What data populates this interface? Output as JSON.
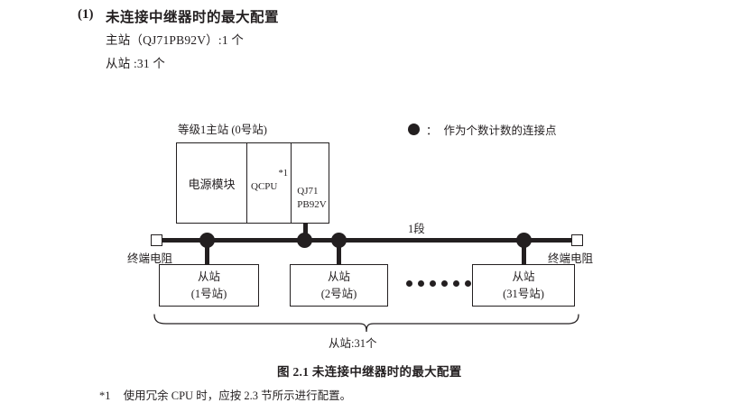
{
  "heading": {
    "number": "(1)",
    "title": "未连接中继器时的最大配置"
  },
  "specs": {
    "master": "主站（QJ71PB92V）:1 个",
    "slave": "从站 :31 个"
  },
  "legend": {
    "symbol_name": "filled-circle-icon",
    "colon": "：",
    "text": "作为个数计数的连接点"
  },
  "diagram": {
    "master": {
      "label": "等级1主站 (0号站)",
      "cells": {
        "power": "电源模块",
        "cpu": "QCPU",
        "cpu_footnote_mark": "*1",
        "network_module_line1": "QJ71",
        "network_module_line2": "PB92V"
      }
    },
    "bus": {
      "segment_label": "1段",
      "terminator_left": "终端电阻",
      "terminator_right": "终端电阻"
    },
    "slaves": [
      {
        "name": "从站",
        "station": "(1号站)"
      },
      {
        "name": "从站",
        "station": "(2号站)"
      },
      {
        "name": "从站",
        "station": "(31号站)"
      }
    ],
    "ellipsis_dot_count": 6,
    "brace_label": "从站:31个"
  },
  "caption": "图 2.1  未连接中继器时的最大配置",
  "footnote": {
    "mark": "*1",
    "text": "使用冗余 CPU 时，应按 2.3 节所示进行配置。"
  },
  "colors": {
    "ink": "#231f20",
    "background": "#ffffff"
  }
}
